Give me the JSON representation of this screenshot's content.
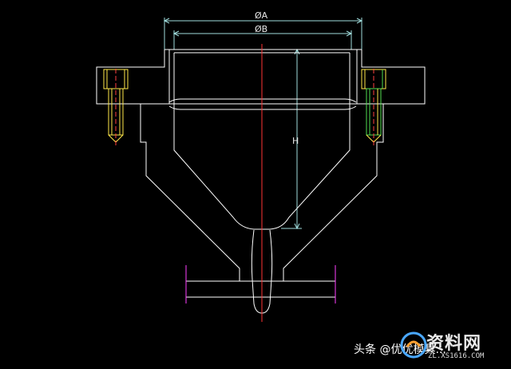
{
  "drawing": {
    "labels": {
      "diameter_a": "ØA",
      "diameter_b": "ØB",
      "height": "H"
    },
    "colors": {
      "background": "#000000",
      "outline": "#ffffff",
      "dimension": "#9fdcdc",
      "centerline": "#ff3333",
      "bolt_yellow": "#ffe94a",
      "bolt_green": "#4fdc4f",
      "bolt_red": "#ff4040",
      "plate_magenta": "#ff40ff"
    }
  },
  "watermark": {
    "caption": "头条 @优优模具...",
    "logo_text": "资料网",
    "logo_url_text": "ZL.XS1616.COM"
  }
}
